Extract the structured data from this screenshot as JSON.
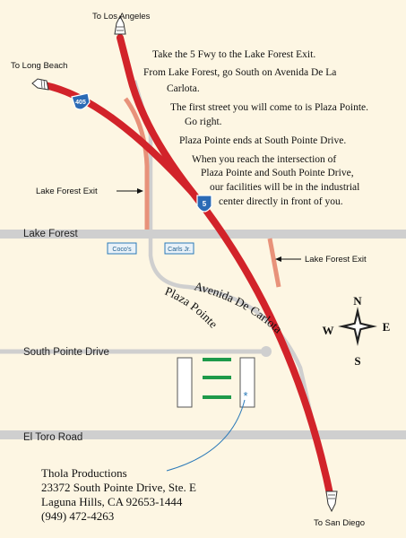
{
  "colors": {
    "background": "#fdf6e3",
    "freeway": "#d2232a",
    "exit_ramp": "#e8927a",
    "street": "#cfcfcf",
    "building_green": "#1e9a4a",
    "business_sign": "#2a79b8",
    "shield": "#2a6ab5"
  },
  "destinations": {
    "los_angeles": "To Los Angeles",
    "long_beach": "To Long Beach",
    "san_diego": "To San Diego"
  },
  "shields": {
    "i405": "405",
    "i5": "5"
  },
  "directions": [
    "Take the 5 Fwy to the Lake Forest Exit.",
    "From Lake Forest, go South on Avenida De La",
    "Carlota.",
    "The first street you will come to is Plaza Pointe.",
    "Go right.",
    "Plaza Pointe ends at South Pointe Drive.",
    "When you reach the intersection of",
    "Plaza Pointe and South Pointe Drive,",
    "our facilities will be in the industrial",
    "center directly in front of you."
  ],
  "roads": {
    "lake_forest": "Lake Forest",
    "south_pointe": "South Pointe Drive",
    "el_toro": "El Toro Road",
    "plaza_pointe": "Plaza Pointe",
    "avenida": "Avenida De Carlota"
  },
  "exits": {
    "left": "Lake Forest Exit",
    "right": "Lake Forest Exit"
  },
  "businesses": {
    "cocos": "Coco's",
    "carls": "Carls Jr."
  },
  "compass": {
    "n": "N",
    "s": "S",
    "e": "E",
    "w": "W"
  },
  "company": {
    "name": "Thola Productions",
    "address": "23372 South Pointe Drive, Ste. E",
    "city": "Laguna Hills, CA 92653-1444",
    "phone": "(949) 472-4263"
  }
}
